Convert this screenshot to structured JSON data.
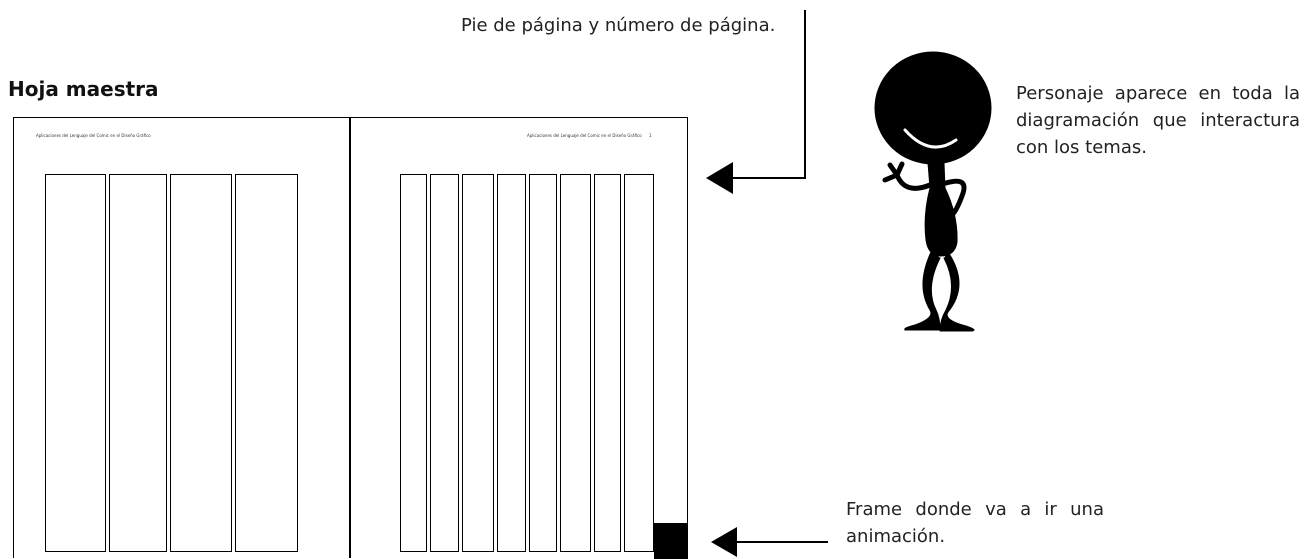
{
  "title": "Hoja maestra",
  "callouts": {
    "footer": "Pie de página y número de página.",
    "character": "Personaje aparece en toda la diagramación que interactura con los temas.",
    "frame": "Frame donde va a ir una animación."
  },
  "left_page": {
    "header": "Aplicaciones del  Lenguaje del Comic en el Diseño Gráfico",
    "columns": 4
  },
  "right_page": {
    "header": "Aplicaciones del  Lenguaje del Comic en el Diseño Gráfico",
    "page_number": "1",
    "columns": 8
  },
  "colors": {
    "ink": "#000000",
    "text": "#222222",
    "background": "#ffffff"
  },
  "icons": [
    "arrow-left-icon",
    "stick-figure-character"
  ]
}
